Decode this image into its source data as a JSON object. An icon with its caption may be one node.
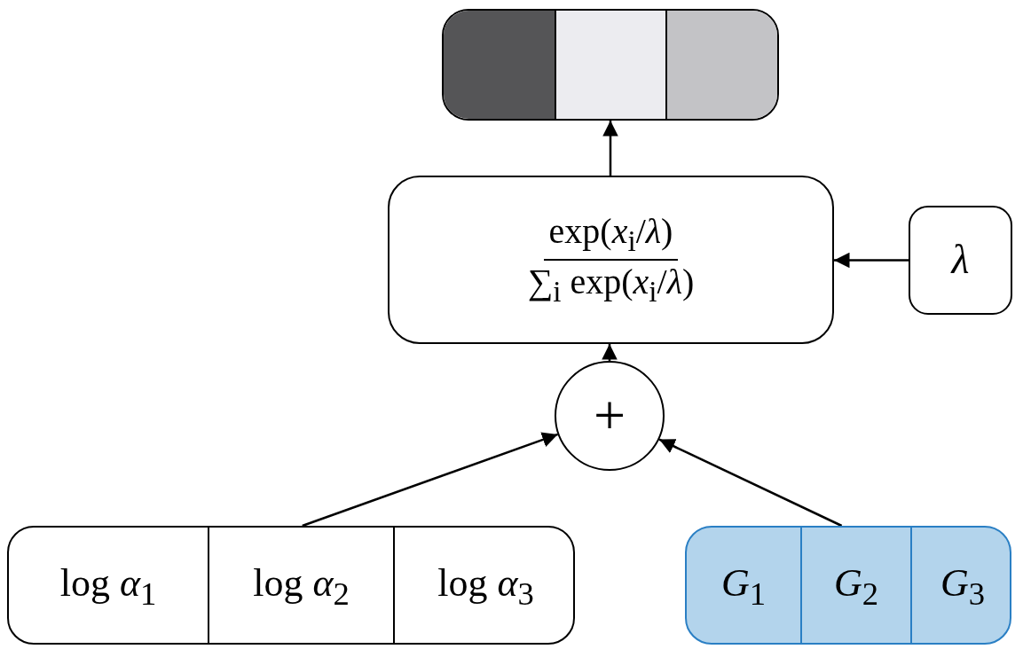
{
  "diagram": {
    "nodes": [
      {
        "text": [],
        "shape": "bar"
      },
      {
        "text": [],
        "shape": "box",
        "in": 0
      },
      {
        "text": [],
        "shape": "box",
        "in": 0
      },
      {
        "text": [],
        "shape": "box",
        "in": 0
      },
      {
        "text": [
          "exp(*x*$_{i}$/*λ*)",
          "∑$_{i}$ exp(*x*$_{i}$/*λ*)"
        ]
      },
      {
        "text": [
          "λ"
        ]
      },
      {
        "text": [
          "+"
        ]
      },
      {
        "text": [],
        "shape": "box"
      },
      {
        "text": [
          "log *α*$_{1}$"
        ],
        "in": 7
      },
      {
        "text": [
          "log *α*$_{2}$"
        ],
        "in": 7
      },
      {
        "text": [
          "log *α*$_{3}$"
        ],
        "in": 7
      },
      {
        "text": [],
        "shape": "box"
      },
      {
        "text": [
          "*G*$_{1}$"
        ],
        "in": 11
      },
      {
        "text": [
          "*G*$_{2}$"
        ],
        "in": 11
      },
      {
        "text": [
          "*G*$_{3}$"
        ],
        "in": 11
      }
    ],
    "edges": [
      {
        "from": 4,
        "to": 0,
        "arrow": "to"
      },
      {
        "from": 5,
        "to": 4,
        "arrow": "to"
      },
      {
        "from": 6,
        "to": 4,
        "arrow": "to"
      },
      {
        "from": 7,
        "to": 6,
        "arrow": "to"
      },
      {
        "from": 11,
        "to": 6,
        "arrow": "to"
      }
    ]
  }
}
